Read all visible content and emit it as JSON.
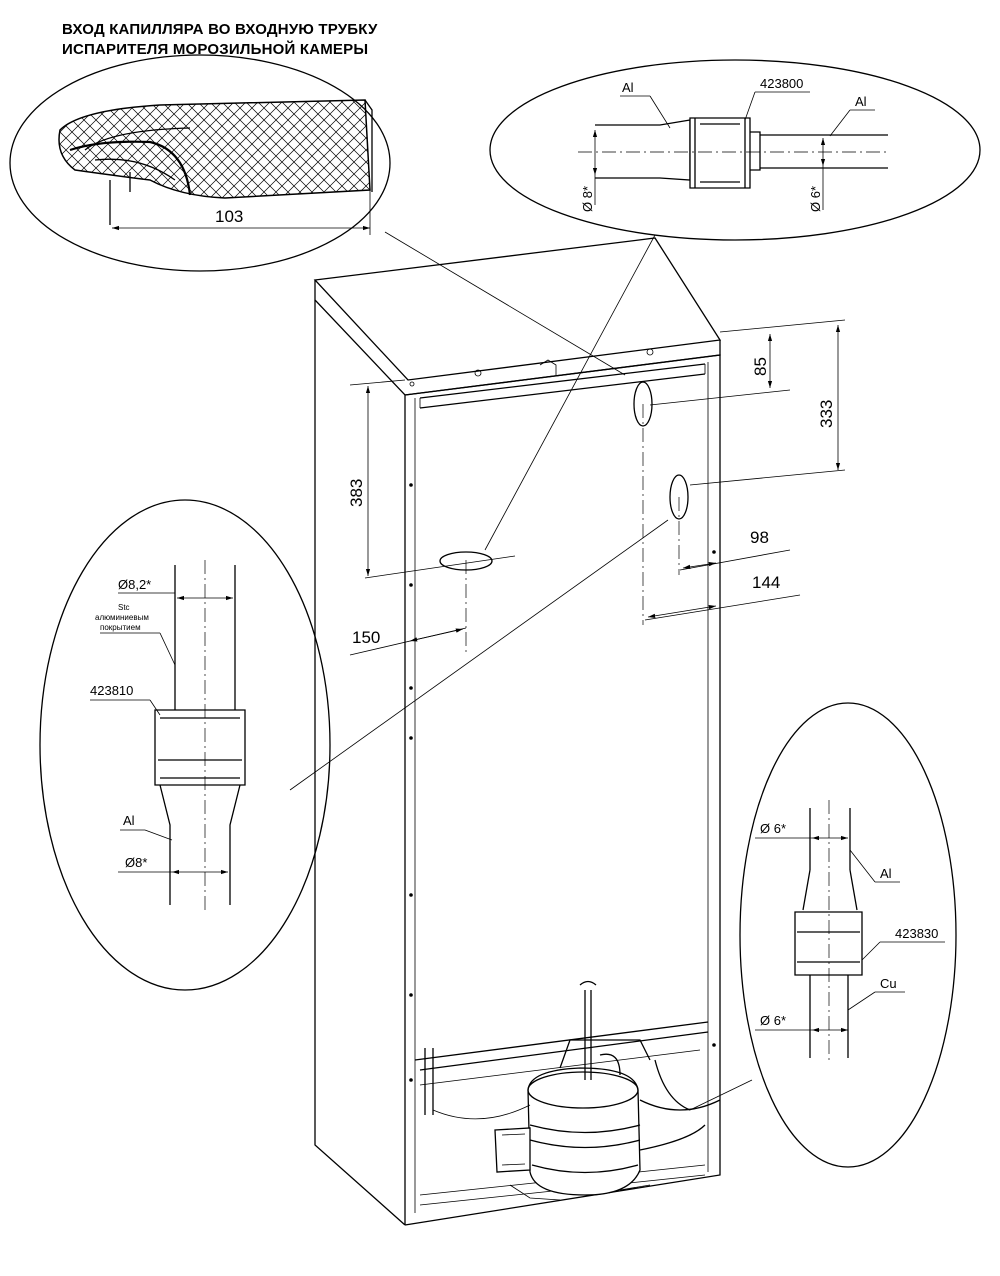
{
  "title": {
    "line1": "ВХОД КАПИЛЛЯРА ВО ВХОДНУЮ ТРУБКУ",
    "line2": "ИСПАРИТЕЛЯ МОРОЗИЛЬНОЙ КАМЕРЫ"
  },
  "capillary_detail": {
    "length": "103"
  },
  "top_joint": {
    "part_number": "423800",
    "left_material": "Al",
    "right_material": "Al",
    "left_diameter": "Ø 8*",
    "right_diameter": "Ø 6*"
  },
  "left_joint": {
    "top_diameter": "Ø8,2*",
    "coating_note_line1": "Stc",
    "coating_note_line2": "алюминиевым",
    "coating_note_line3": "покрытием",
    "part_number": "423810",
    "bottom_material": "Al",
    "bottom_diameter": "Ø8*"
  },
  "right_joint": {
    "top_diameter": "Ø 6*",
    "top_material": "Al",
    "part_number": "423830",
    "bottom_material": "Cu",
    "bottom_diameter": "Ø 6*"
  },
  "cabinet_dimensions": {
    "d85": "85",
    "d333": "333",
    "d383": "383",
    "d98": "98",
    "d144": "144",
    "d150": "150"
  }
}
